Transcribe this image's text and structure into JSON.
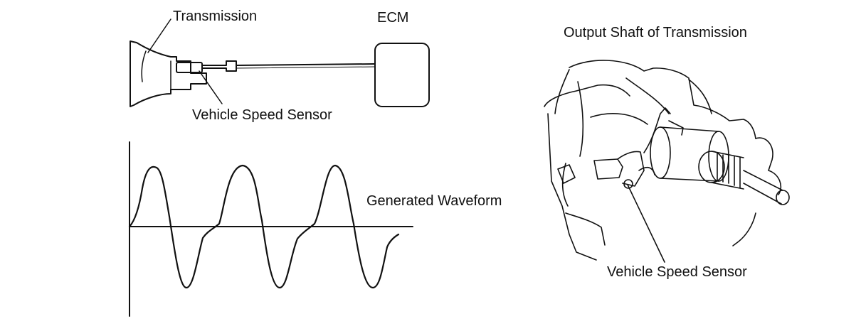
{
  "system_diagram": {
    "transmission_label": "Transmission",
    "ecm_label": "ECM",
    "sensor_label": "Vehicle Speed Sensor"
  },
  "waveform": {
    "label": "Generated Waveform"
  },
  "output_shaft_view": {
    "title": "Output Shaft of Transmission",
    "sensor_label": "Vehicle Speed Sensor"
  }
}
